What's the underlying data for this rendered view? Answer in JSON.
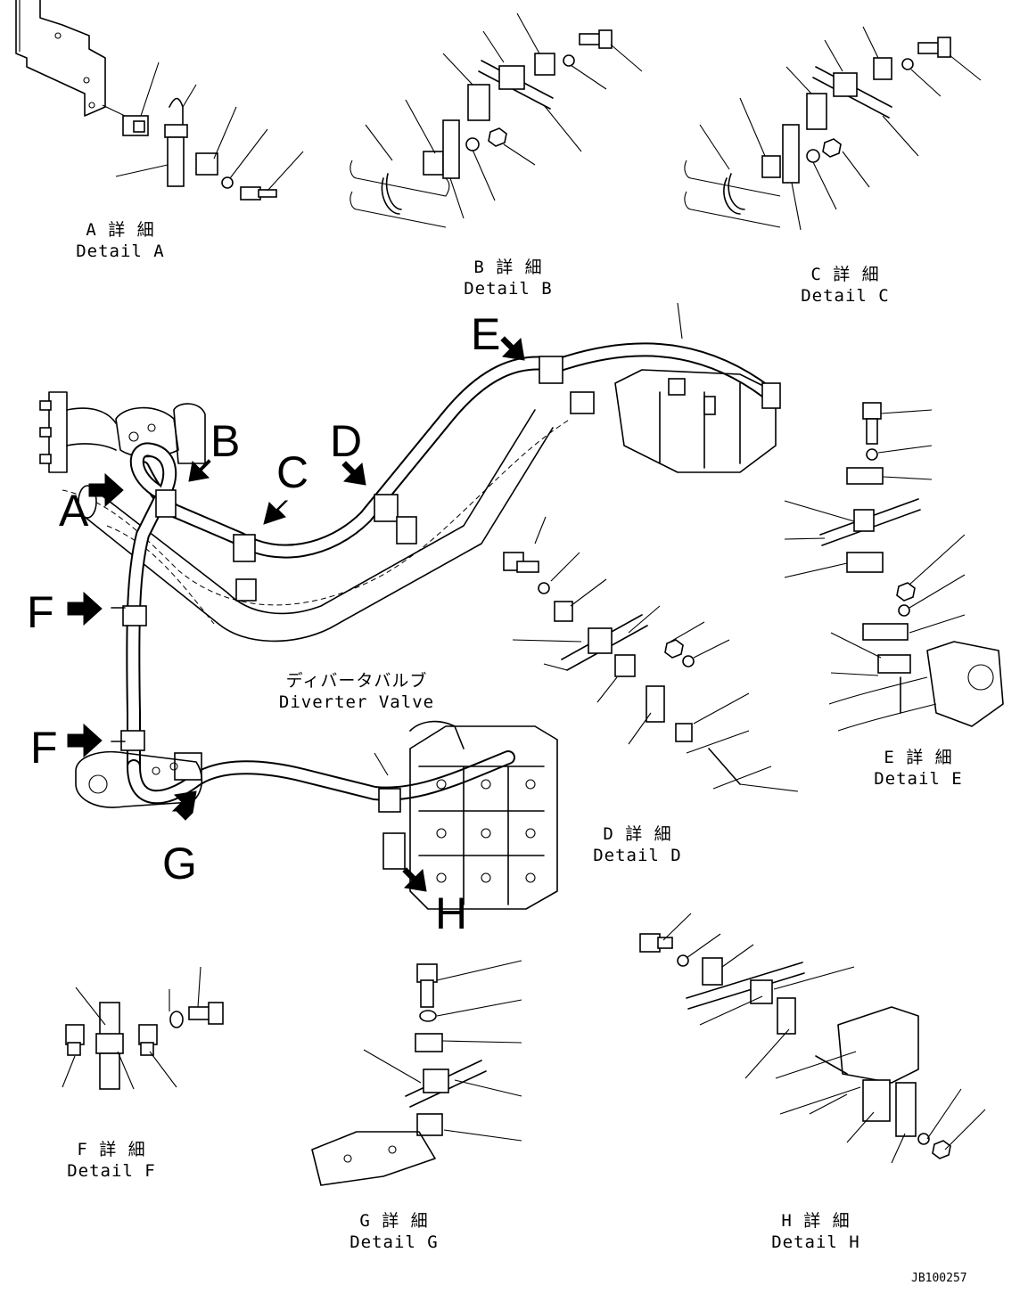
{
  "details": {
    "a": {
      "jp": "A 詳 細",
      "en": "Detail A"
    },
    "b": {
      "jp": "B 詳 細",
      "en": "Detail B"
    },
    "c": {
      "jp": "C 詳 細",
      "en": "Detail C"
    },
    "d": {
      "jp": "D 詳 細",
      "en": "Detail D"
    },
    "e": {
      "jp": "E 詳 細",
      "en": "Detail E"
    },
    "f": {
      "jp": "F 詳 細",
      "en": "Detail F"
    },
    "g": {
      "jp": "G 詳 細",
      "en": "Detail G"
    },
    "h": {
      "jp": "H 詳 細",
      "en": "Detail H"
    }
  },
  "diverter": {
    "jp": "ディバータバルブ",
    "en": "Diverter Valve"
  },
  "markers": {
    "a": "A",
    "b": "B",
    "c": "C",
    "d": "D",
    "e": "E",
    "f1": "F",
    "f2": "F",
    "g": "G",
    "h": "H"
  },
  "drawing_code": "JB100257"
}
